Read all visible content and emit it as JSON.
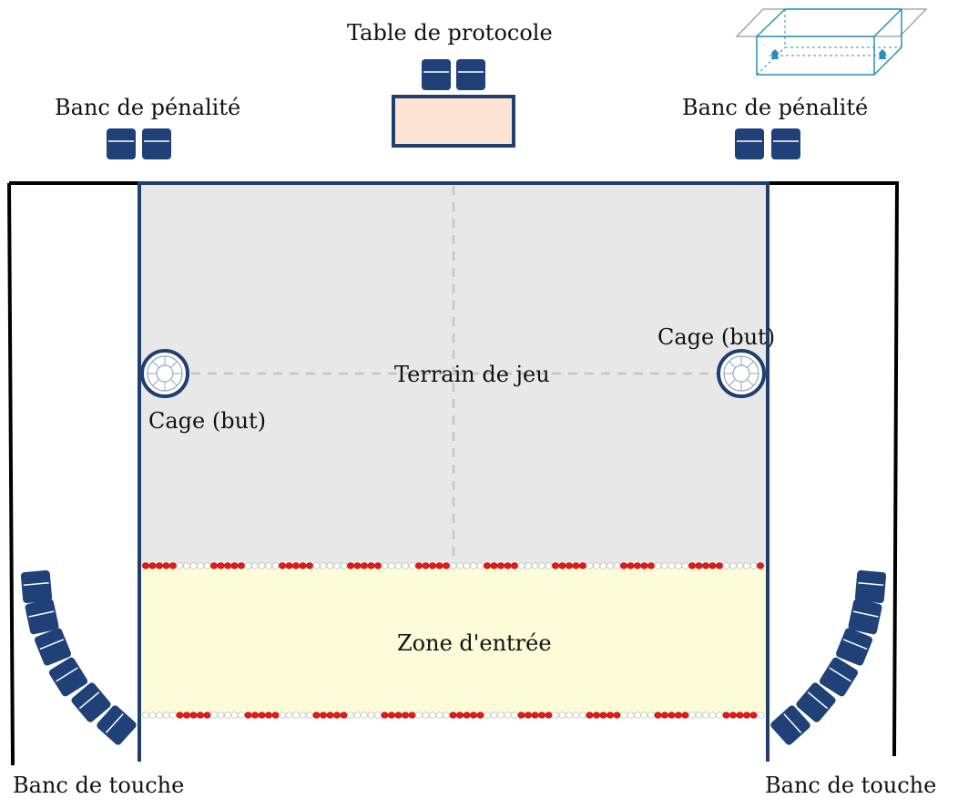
{
  "labels": {
    "protocol_table": "Table de protocole",
    "penalty_bench_left": "Banc de pénalité",
    "penalty_bench_right": "Banc de pénalité",
    "playing_field": "Terrain de jeu",
    "goal_left": "Cage (but)",
    "goal_right": "Cage (but)",
    "entry_zone": "Zone d'entrée",
    "substitution_bench_left": "Banc de touche",
    "substitution_bench_right": "Banc de touche"
  },
  "colors": {
    "pool_border": "#1f3f6e",
    "seat": "#1f4177",
    "field": "#e8e8e8",
    "entry_zone": "#fcfcd9",
    "protocol_table": "#fde4d2",
    "float_red": "#e81818",
    "float_white": "#ffffff",
    "goal_box": "#2a8fb8"
  }
}
